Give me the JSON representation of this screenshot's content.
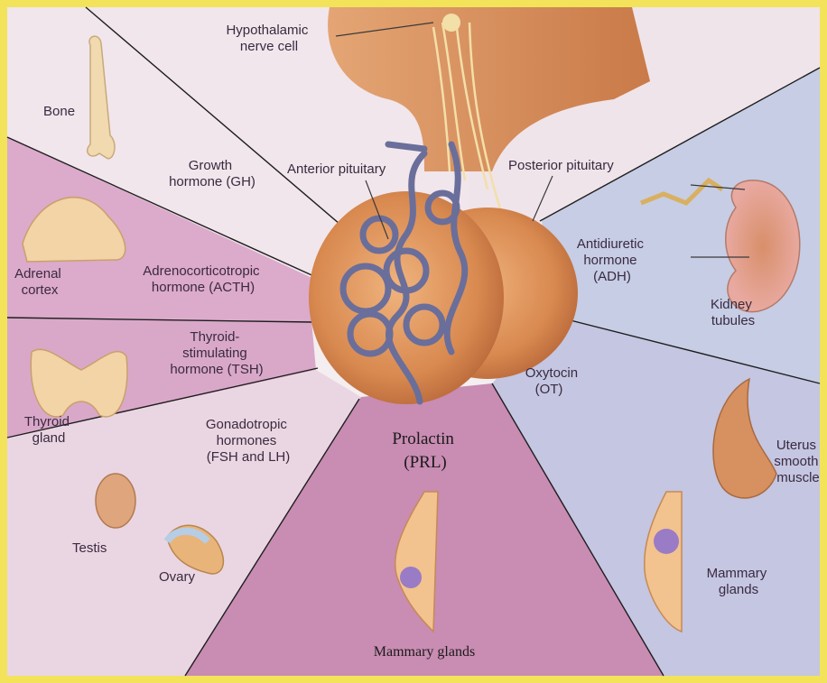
{
  "colors": {
    "frame": "#f2e35a",
    "left_panels": "#d9a6c7",
    "center_panel": "#c98cb3",
    "right_panels": "#c4cbe4",
    "gland": "#d9915a",
    "vessels": "#6a6e9a"
  },
  "labels": {
    "hypothalamic_nerve_cell": [
      "Hypothalamic",
      "nerve cell"
    ],
    "anterior_pituitary": "Anterior pituitary",
    "posterior_pituitary": "Posterior pituitary",
    "bone": "Bone",
    "growth_hormone": [
      "Growth",
      "hormone (GH)"
    ],
    "adrenal_cortex": [
      "Adrenal",
      "cortex"
    ],
    "acth": [
      "Adrenocorticotropic",
      "hormone (ACTH)"
    ],
    "tsh": [
      "Thyroid-",
      "stimulating",
      "hormone (TSH)"
    ],
    "thyroid_gland": [
      "Thyroid",
      "gland"
    ],
    "gonadotropic": [
      "Gonadotropic",
      "hormones",
      "(FSH and LH)"
    ],
    "testis": "Testis",
    "ovary": "Ovary",
    "prolactin": [
      "Prolactin",
      "(PRL)"
    ],
    "mammary_glands_center": "Mammary glands",
    "adh": [
      "Antidiuretic",
      "hormone",
      "(ADH)"
    ],
    "kidney_tubules": [
      "Kidney",
      "tubules"
    ],
    "oxytocin": [
      "Oxytocin",
      "(OT)"
    ],
    "uterus": [
      "Uterus",
      "smooth",
      "muscle"
    ],
    "mammary_glands_right": [
      "Mammary",
      "glands"
    ]
  }
}
